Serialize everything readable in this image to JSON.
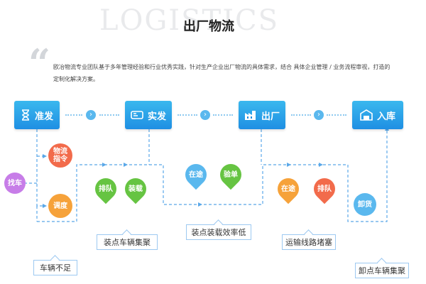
{
  "header": {
    "bg_word": "LOGISTICS",
    "title": "出厂物流",
    "intro": "欧冶物流专业团队基于多年管理经验和行业优秀实践，针对生产企业出厂物流的具体需求，结合 具体企业管理 / 业务流程审视，打造的定制化解决方案。"
  },
  "stages": [
    {
      "label": "准发",
      "icon": "hourglass-icon"
    },
    {
      "label": "实发",
      "icon": "truck-icon"
    },
    {
      "label": "出厂",
      "icon": "factory-icon"
    },
    {
      "label": "入库",
      "icon": "warehouse-icon"
    }
  ],
  "nodes": {
    "wuliu": "物流指令",
    "zhaoche": "找车",
    "diaodu": "调度",
    "paidui1": "排队",
    "zhuangzai": "装载",
    "zaitu1": "在途",
    "yandan": "验单",
    "zaitu2": "在途",
    "paidui2": "排队",
    "xiehuo": "卸货"
  },
  "pain_points": [
    "车辆不足",
    "装点车辆集聚",
    "装点装载效率低",
    "运输线路堵塞",
    "卸点车辆集聚"
  ],
  "colors": {
    "stage_blue": "#1f8fe3",
    "red": "#f26b4b",
    "purple": "#c77de8",
    "orange": "#f6a23a",
    "green": "#66c442",
    "light_blue": "#5ab8ee",
    "dashed_line": "#5aa8e8"
  }
}
